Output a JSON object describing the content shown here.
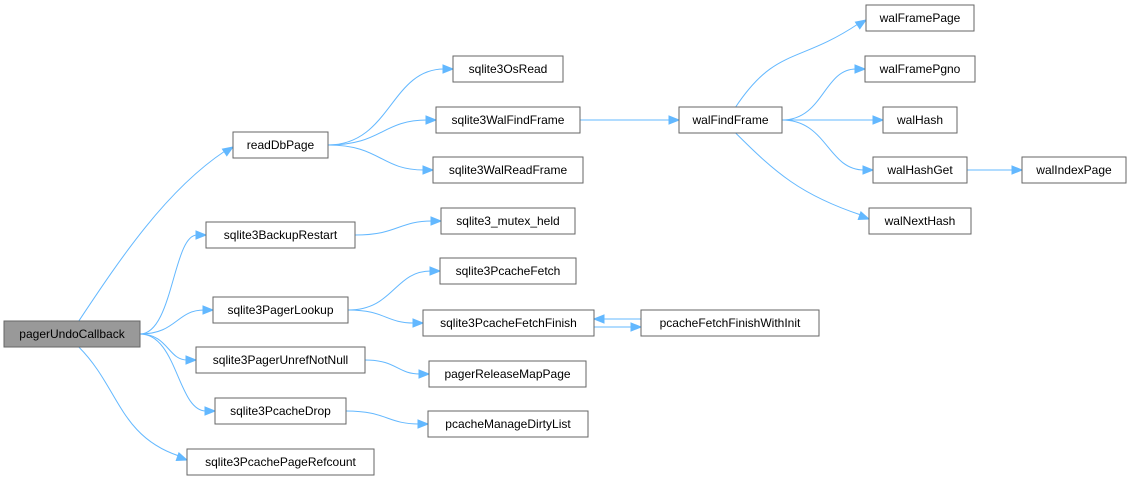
{
  "nodes": {
    "pagerUndoCallback": {
      "label": "pagerUndoCallback"
    },
    "readDbPage": {
      "label": "readDbPage"
    },
    "sqlite3BackupRestart": {
      "label": "sqlite3BackupRestart"
    },
    "sqlite3PagerLookup": {
      "label": "sqlite3PagerLookup"
    },
    "sqlite3PagerUnrefNotNull": {
      "label": "sqlite3PagerUnrefNotNull"
    },
    "sqlite3PcacheDrop": {
      "label": "sqlite3PcacheDrop"
    },
    "sqlite3PcachePageRefcount": {
      "label": "sqlite3PcachePageRefcount"
    },
    "sqlite3OsRead": {
      "label": "sqlite3OsRead"
    },
    "sqlite3WalFindFrame": {
      "label": "sqlite3WalFindFrame"
    },
    "sqlite3WalReadFrame": {
      "label": "sqlite3WalReadFrame"
    },
    "sqlite3_mutex_held": {
      "label": "sqlite3_mutex_held"
    },
    "sqlite3PcacheFetch": {
      "label": "sqlite3PcacheFetch"
    },
    "sqlite3PcacheFetchFinish": {
      "label": "sqlite3PcacheFetchFinish"
    },
    "pcacheFetchFinishWithInit": {
      "label": "pcacheFetchFinishWithInit"
    },
    "pagerReleaseMapPage": {
      "label": "pagerReleaseMapPage"
    },
    "pcacheManageDirtyList": {
      "label": "pcacheManageDirtyList"
    },
    "walFindFrame": {
      "label": "walFindFrame"
    },
    "walFramePage": {
      "label": "walFramePage"
    },
    "walFramePgno": {
      "label": "walFramePgno"
    },
    "walHash": {
      "label": "walHash"
    },
    "walHashGet": {
      "label": "walHashGet"
    },
    "walNextHash": {
      "label": "walNextHash"
    },
    "walIndexPage": {
      "label": "walIndexPage"
    }
  },
  "edges": [
    [
      "pagerUndoCallback",
      "readDbPage"
    ],
    [
      "pagerUndoCallback",
      "sqlite3BackupRestart"
    ],
    [
      "pagerUndoCallback",
      "sqlite3PagerLookup"
    ],
    [
      "pagerUndoCallback",
      "sqlite3PagerUnrefNotNull"
    ],
    [
      "pagerUndoCallback",
      "sqlite3PcacheDrop"
    ],
    [
      "pagerUndoCallback",
      "sqlite3PcachePageRefcount"
    ],
    [
      "readDbPage",
      "sqlite3OsRead"
    ],
    [
      "readDbPage",
      "sqlite3WalFindFrame"
    ],
    [
      "readDbPage",
      "sqlite3WalReadFrame"
    ],
    [
      "sqlite3WalFindFrame",
      "walFindFrame"
    ],
    [
      "walFindFrame",
      "walFramePage"
    ],
    [
      "walFindFrame",
      "walFramePgno"
    ],
    [
      "walFindFrame",
      "walHash"
    ],
    [
      "walFindFrame",
      "walHashGet"
    ],
    [
      "walFindFrame",
      "walNextHash"
    ],
    [
      "walHashGet",
      "walIndexPage"
    ],
    [
      "sqlite3BackupRestart",
      "sqlite3_mutex_held"
    ],
    [
      "sqlite3PagerLookup",
      "sqlite3PcacheFetch"
    ],
    [
      "sqlite3PagerLookup",
      "sqlite3PcacheFetchFinish"
    ],
    [
      "sqlite3PcacheFetchFinish",
      "pcacheFetchFinishWithInit"
    ],
    [
      "pcacheFetchFinishWithInit",
      "sqlite3PcacheFetchFinish"
    ],
    [
      "sqlite3PagerUnrefNotNull",
      "pagerReleaseMapPage"
    ],
    [
      "sqlite3PcacheDrop",
      "pcacheManageDirtyList"
    ]
  ],
  "colors": {
    "edge": "#63b8ff",
    "root_fill": "#999999",
    "node_border": "#666666"
  }
}
